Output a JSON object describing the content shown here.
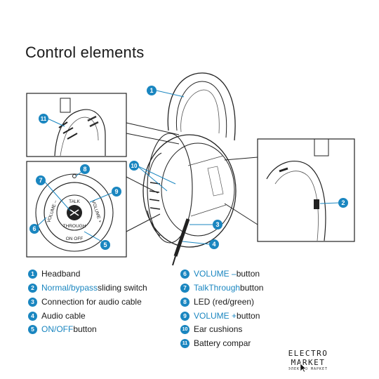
{
  "title": "Control elements",
  "legend": [
    {
      "num": "1",
      "pre": "",
      "hl": "",
      "post": "Headband"
    },
    {
      "num": "2",
      "pre": "",
      "hl": "Normal/bypass",
      "post": " sliding switch"
    },
    {
      "num": "3",
      "pre": "",
      "hl": "",
      "post": "Connection for audio cable"
    },
    {
      "num": "4",
      "pre": "",
      "hl": "",
      "post": "Audio cable"
    },
    {
      "num": "5",
      "pre": "",
      "hl": "ON/OFF",
      "post": " button"
    },
    {
      "num": "6",
      "pre": "",
      "hl": "VOLUME –",
      "post": " button"
    },
    {
      "num": "7",
      "pre": "",
      "hl": "TalkThrough",
      "post": " button"
    },
    {
      "num": "8",
      "pre": "",
      "hl": "",
      "post": "LED (red/green)"
    },
    {
      "num": "9",
      "pre": "",
      "hl": "VOLUME +",
      "post": " button"
    },
    {
      "num": "10",
      "pre": "",
      "hl": "",
      "post": "Ear cushions"
    },
    {
      "num": "11",
      "pre": "",
      "hl": "",
      "post": "Battery compar"
    }
  ],
  "dial": {
    "volume_left": "VOLUME –",
    "volume_right": "VOLUME +",
    "talk": "TALK",
    "through": "THROUGH",
    "onoff": "ON OFF"
  },
  "callouts": [
    "1",
    "2",
    "3",
    "4",
    "5",
    "6",
    "7",
    "8",
    "9",
    "10",
    "11"
  ],
  "watermark": {
    "line1": "ELECTRO MARKET",
    "line2": "ЭЛЕКТРО МАРКЕТ"
  },
  "colors": {
    "accent": "#1a86c0",
    "line": "#1a1a1a"
  }
}
